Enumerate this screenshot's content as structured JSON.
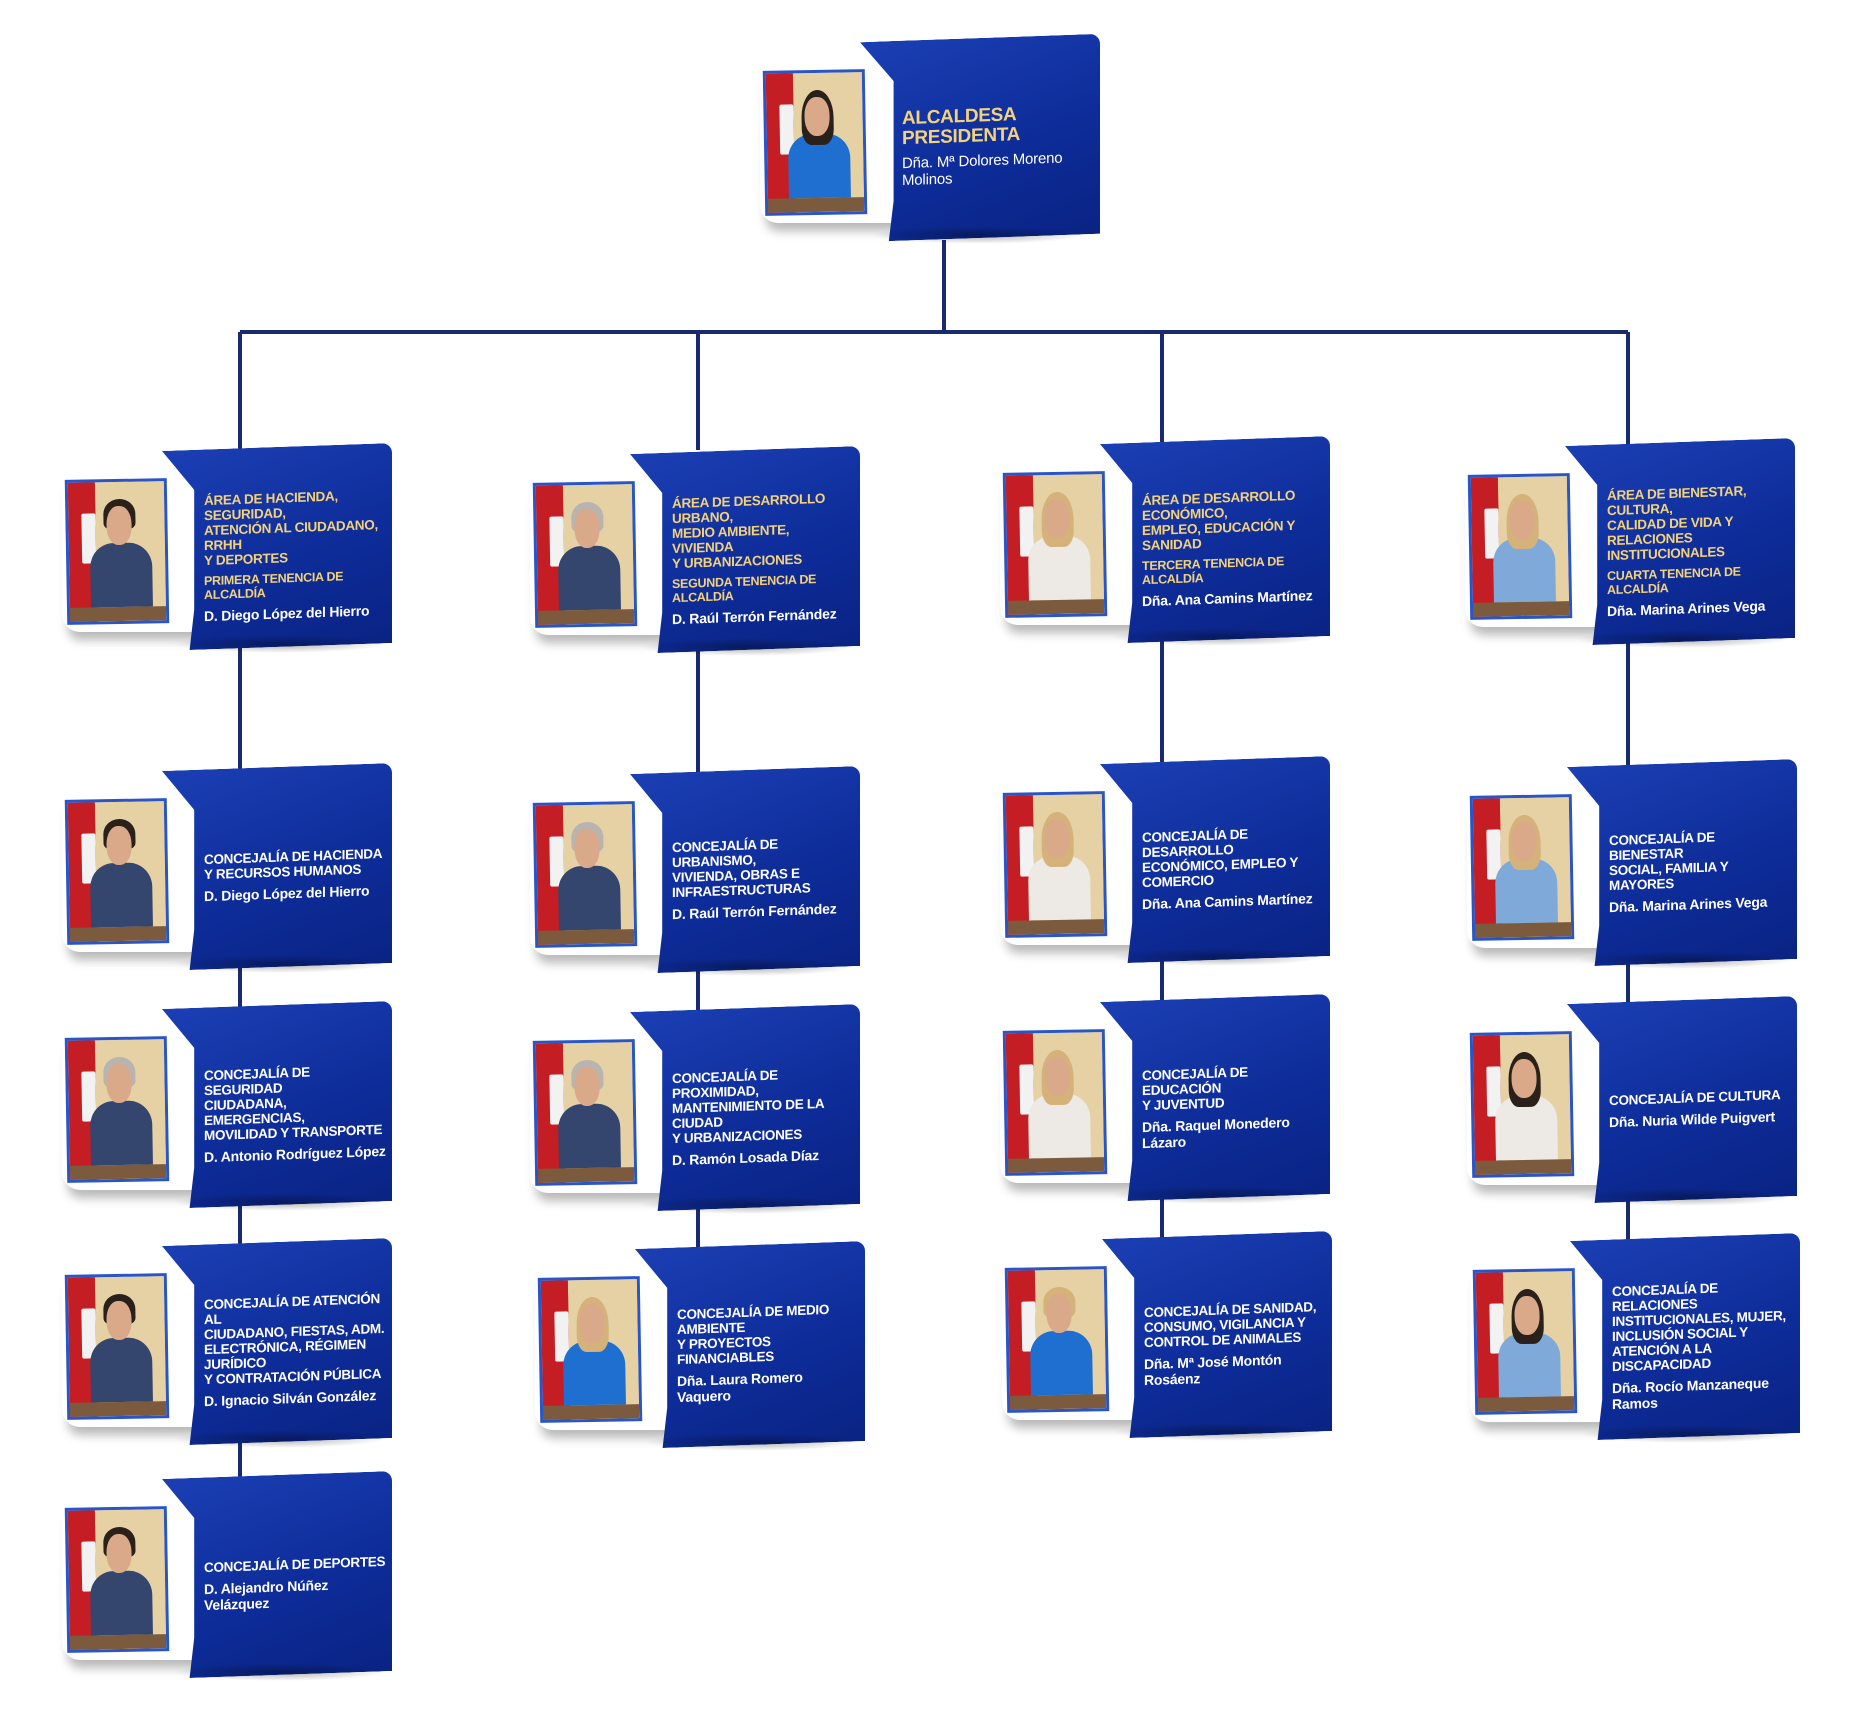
{
  "mayor": {
    "title": "ALCALDESA PRESIDENTA",
    "person": "Dña. Mª Dolores Moreno Molinos"
  },
  "areas": [
    {
      "title": "ÁREA DE HACIENDA, SEGURIDAD,\nATENCIÓN AL CIUDADANO, RRHH\nY DEPORTES",
      "tenancy": "PRIMERA TENENCIA DE ALCALDÍA",
      "person": "D. Diego López del Hierro"
    },
    {
      "title": "ÁREA DE DESARROLLO URBANO,\nMEDIO AMBIENTE, VIVIENDA\nY URBANIZACIONES",
      "tenancy": "SEGUNDA TENENCIA DE ALCALDÍA",
      "person": "D. Raúl Terrón Fernández"
    },
    {
      "title": "ÁREA DE DESARROLLO ECONÓMICO,\nEMPLEO, EDUCACIÓN Y SANIDAD",
      "tenancy": "TERCERA TENENCIA DE ALCALDÍA",
      "person": "Dña. Ana Camins Martínez"
    },
    {
      "title": "ÁREA DE BIENESTAR, CULTURA,\nCALIDAD DE VIDA Y RELACIONES\nINSTITUCIONALES",
      "tenancy": "CUARTA TENENCIA DE ALCALDÍA",
      "person": "Dña. Marina Arines Vega"
    }
  ],
  "columns": [
    [
      {
        "title": "CONCEJALÍA DE HACIENDA\nY RECURSOS HUMANOS",
        "person": "D. Diego López del Hierro"
      },
      {
        "title": "CONCEJALÍA DE SEGURIDAD\nCIUDADANA, EMERGENCIAS,\nMOVILIDAD Y TRANSPORTE",
        "person": "D. Antonio Rodríguez López"
      },
      {
        "title": "CONCEJALÍA DE ATENCIÓN AL\nCIUDADANO, FIESTAS, ADM.\nELECTRÓNICA, RÉGIMEN JURÍDICO\nY CONTRATACIÓN PÚBLICA",
        "person": "D. Ignacio Silván González"
      },
      {
        "title": "CONCEJALÍA DE DEPORTES",
        "person": "D. Alejandro Núñez Velázquez"
      }
    ],
    [
      {
        "title": "CONCEJALÍA DE URBANISMO,\nVIVIENDA, OBRAS E\nINFRAESTRUCTURAS",
        "person": "D. Raúl Terrón Fernández"
      },
      {
        "title": "CONCEJALÍA DE PROXIMIDAD,\nMANTENIMIENTO DE LA CIUDAD\nY URBANIZACIONES",
        "person": "D. Ramón Losada Díaz"
      },
      {
        "title": "CONCEJALÍA DE MEDIO AMBIENTE\nY PROYECTOS FINANCIABLES",
        "person": "Dña. Laura Romero Vaquero"
      }
    ],
    [
      {
        "title": "CONCEJALÍA DE DESARROLLO\nECONÓMICO, EMPLEO Y\nCOMERCIO",
        "person": "Dña. Ana Camins Martínez"
      },
      {
        "title": "CONCEJALÍA DE EDUCACIÓN\nY JUVENTUD",
        "person": "Dña. Raquel Monedero Lázaro"
      },
      {
        "title": "CONCEJALÍA DE SANIDAD,\nCONSUMO, VIGILANCIA Y\nCONTROL DE ANIMALES",
        "person": "Dña. Mª José Montón Rosáenz"
      }
    ],
    [
      {
        "title": "CONCEJALÍA DE BIENESTAR\nSOCIAL, FAMILIA Y MAYORES",
        "person": "Dña. Marina Arines Vega"
      },
      {
        "title": "CONCEJALÍA DE CULTURA",
        "person": "Dña. Nuria Wilde Puigvert"
      },
      {
        "title": "CONCEJALÍA DE  RELACIONES\nINSTITUCIONALES, MUJER,\nINCLUSIÓN SOCIAL Y\nATENCIÓN A LA DISCAPACIDAD",
        "person": "Dña. Rocío Manzaneque Ramos"
      }
    ]
  ],
  "colors": {
    "panel": "#0e2d9a",
    "connector": "#1a2a6e",
    "gold": "#f4d27a"
  }
}
